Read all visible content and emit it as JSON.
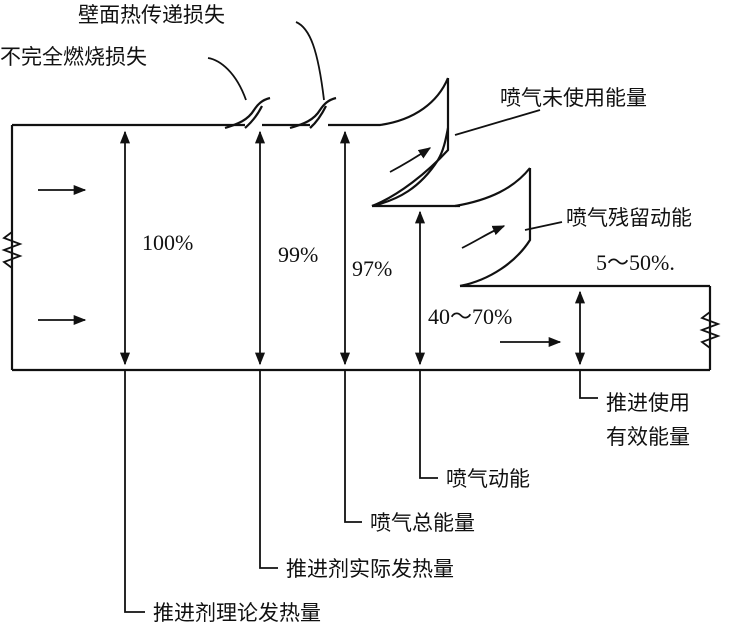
{
  "labels": {
    "wall_heat_loss": "壁面热传递损失",
    "incomplete_combustion_loss": "不完全燃烧损失",
    "jet_unused_energy": "喷气未使用能量",
    "jet_residual_kinetic": "喷气残留动能",
    "jet_residual_range": "5～50%.",
    "propulsive_useful_line1": "推进使用",
    "propulsive_useful_line2": "有效能量",
    "jet_kinetic_energy": "喷气动能",
    "jet_total_energy": "喷气总能量",
    "actual_heat": "推进剂实际发热量",
    "theoretical_heat": "推进剂理论发热量"
  },
  "percents": {
    "theoretical": "100%",
    "actual": "99%",
    "jet_total": "97%",
    "jet_kinetic": "40～70%"
  }
}
